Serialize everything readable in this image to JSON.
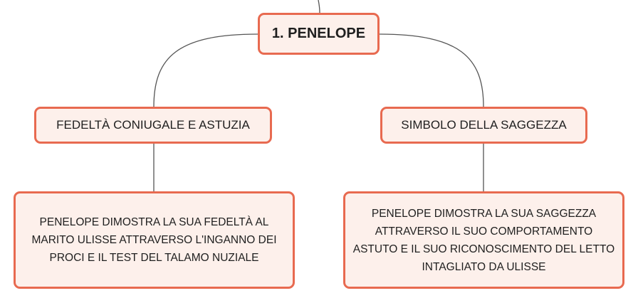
{
  "mindmap": {
    "root": {
      "label": "1. PENELOPE"
    },
    "branches": [
      {
        "label": "FEDELTÀ CONIUGALE E ASTUZIA",
        "detail": "PENELOPE DIMOSTRA LA SUA FEDELTÀ AL MARITO ULISSE ATTRAVERSO L'INGANNO DEI PROCI E IL TEST DEL TALAMO NUZIALE"
      },
      {
        "label": "SIMBOLO DELLA SAGGEZZA",
        "detail": "PENELOPE DIMOSTRA LA SUA SAGGEZZA ATTRAVERSO IL SUO COMPORTAMENTO ASTUTO E IL SUO RICONOSCIMENTO DEL LETTO INTAGLIATO DA ULISSE"
      }
    ]
  },
  "colors": {
    "node_border": "#e86a50",
    "node_fill": "#fdf0eb",
    "connector": "#555555"
  }
}
